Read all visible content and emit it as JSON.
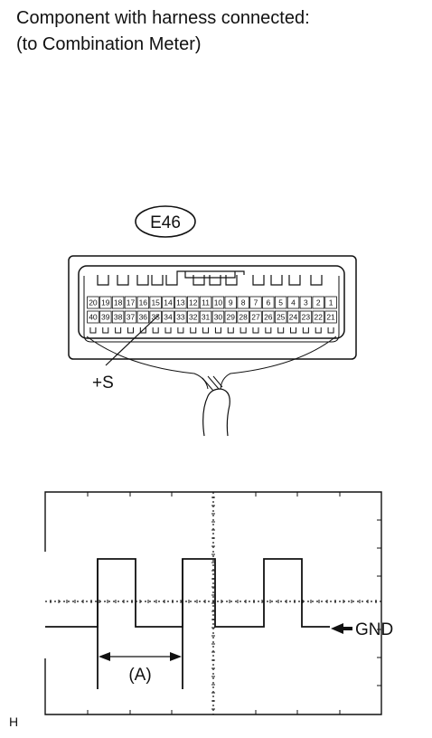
{
  "title": {
    "line1": "Component with harness connected:",
    "line2": "(to Combination Meter)"
  },
  "connector": {
    "code": "E46",
    "top_row_pins": [
      "20",
      "19",
      "18",
      "17",
      "16",
      "15",
      "14",
      "13",
      "12",
      "11",
      "10",
      "9",
      "8",
      "7",
      "6",
      "5",
      "4",
      "3",
      "2",
      "1"
    ],
    "bottom_row_pins": [
      "40",
      "39",
      "38",
      "37",
      "36",
      "35",
      "34",
      "33",
      "32",
      "31",
      "30",
      "29",
      "28",
      "27",
      "26",
      "25",
      "24",
      "23",
      "22",
      "21"
    ],
    "terminal_label": "+S"
  },
  "waveform": {
    "ground_label": "GND",
    "period_label": "(A)",
    "corner_label": "H"
  }
}
